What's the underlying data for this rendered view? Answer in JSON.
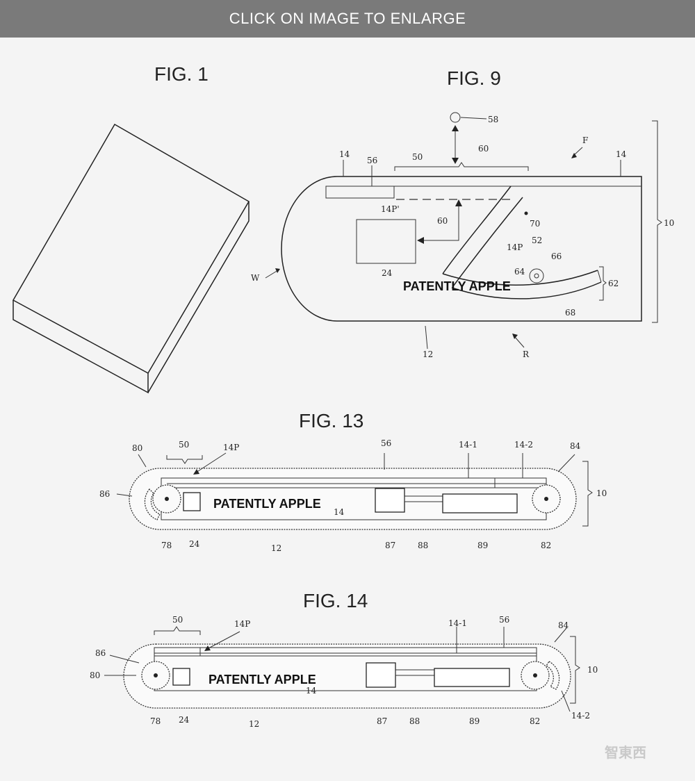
{
  "banner": {
    "text": "CLICK ON IMAGE TO ENLARGE"
  },
  "figures": {
    "fig1": {
      "title": "FIG. 1"
    },
    "fig9": {
      "title": "FIG. 9",
      "watermark": "PATENTLY APPLE",
      "labels": [
        "58",
        "60",
        "F",
        "14",
        "56",
        "50",
        "14",
        "10",
        "14P'",
        "70",
        "52",
        "60",
        "14P",
        "24",
        "66",
        "64",
        "62",
        "W",
        "68",
        "12",
        "R"
      ]
    },
    "fig13": {
      "title": "FIG. 13",
      "watermark": "PATENTLY APPLE",
      "labels": [
        "80",
        "50",
        "14P",
        "56",
        "14-1",
        "14-2",
        "84",
        "10",
        "86",
        "14",
        "78",
        "24",
        "12",
        "87",
        "88",
        "89",
        "82"
      ]
    },
    "fig14": {
      "title": "FIG. 14",
      "watermark": "PATENTLY APPLE",
      "labels": [
        "50",
        "14P",
        "14-1",
        "56",
        "84",
        "86",
        "10",
        "80",
        "14",
        "78",
        "24",
        "12",
        "87",
        "88",
        "89",
        "82",
        "14-2"
      ]
    }
  },
  "corner_logo": {
    "text": "智東西"
  }
}
